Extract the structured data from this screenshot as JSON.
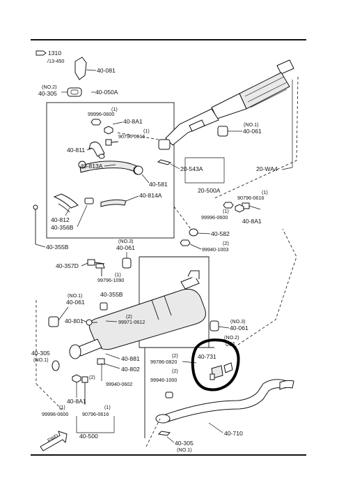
{
  "diagram": {
    "header_ref": {
      "code": "1310",
      "sub": "/13-450"
    },
    "labels": {
      "p40_081": "40-081",
      "p40_305_no2_note": "(NO.2)",
      "p40_305_no2": "40-305",
      "p40_050a": "40-050A",
      "p99996_0600_q": "(1)",
      "p99996_0600": "99996-0600",
      "p40_8a1_top": "40-8A1",
      "p90796_top_q": "(1)",
      "p90796_top": "90796-0616",
      "p40_811": "40-811",
      "p40_813a": "40-813A",
      "p40_581": "40-581",
      "p40_812": "40-812",
      "p40_814a": "40-814A",
      "p40_356b": "40-356B",
      "p40_355b_left": "40-355B",
      "p40_061_no1_note": "(NO.1)",
      "p40_061_no1": "40-061",
      "p20_543a": "20-543A",
      "p20_500a": "20-500A",
      "p20_wa4": "20-WA4",
      "p90796_right_q": "(1)",
      "p90796_right": "90796-0616",
      "p99996_right_q": "(1)",
      "p99996_right": "99996-0600",
      "p40_8a1_right": "40-8A1",
      "p40_582": "40-582",
      "p99940_1003_q": "(2)",
      "p99940_1003": "99940-1003",
      "p40_061_no3_note": "(NO.3)",
      "p40_061_no3": "40-061",
      "p40_357d": "40-357D",
      "p99796_1090_q": "(1)",
      "p99796_1090": "99796-1090",
      "p40_355b_mid": "40-355B",
      "p40_061_left_note": "(NO.1)",
      "p40_061_left": "40-061",
      "p40_801": "40-801",
      "p99971_q": "(2)",
      "p99971": "99971-0612",
      "p40_061_no3b_note": "(NO.3)",
      "p40_061_no3b": "40-061",
      "p40_061_no2b_note": "(NO.2)",
      "p40_061_no2b": "061",
      "p40_305_left": "40-305",
      "p40_305_left_note": "(NO.1)",
      "p40_881": "40-881",
      "p40_802": "40-802",
      "p99786_q": "(2)",
      "p99786": "99786-0820",
      "p40_731": "40-731",
      "p99940_0602_q": "(2)",
      "p99940_0602": "99940-0602",
      "p99946_q": "(2)",
      "p99946": "99946-1000",
      "p40_8a1_bottom": "40-8A1",
      "p99996_bottom_q": "(1)",
      "p99996_bottom": "99996-0600",
      "p90796_bottom_q": "(1)",
      "p90796_bottom": "90796-0616",
      "p40_500": "40-500",
      "p40_710": "40-710",
      "p40_305_bottom": "40-305",
      "p40_305_bottom_note": "(NO.1)",
      "fwd": "FWD"
    }
  }
}
